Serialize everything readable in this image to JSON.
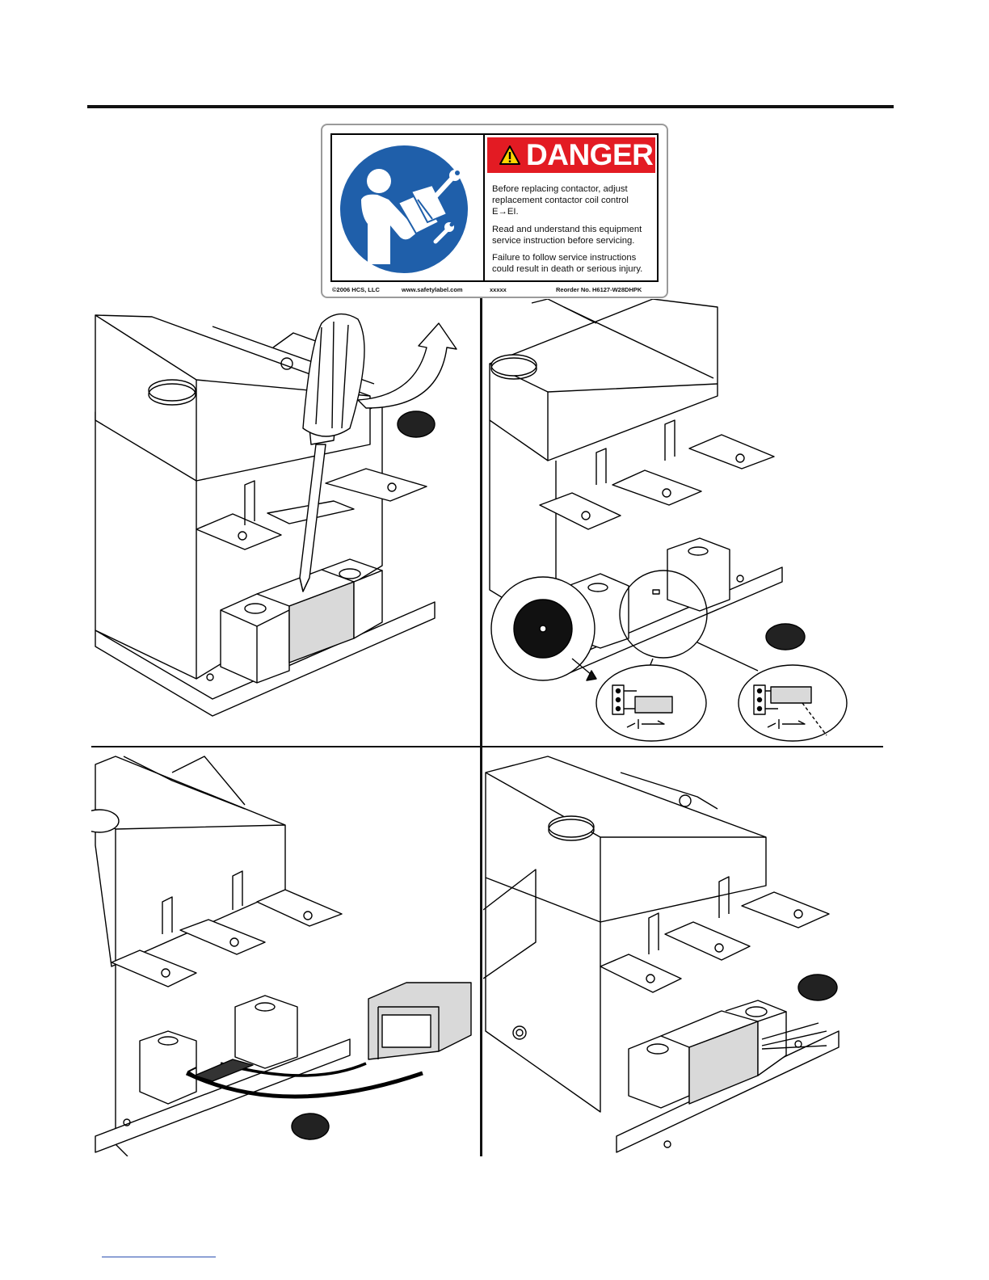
{
  "label": {
    "danger_title": "DANGER",
    "messages": [
      "Before replacing contactor, adjust replacement contactor coil control E→EI.",
      "Read and understand this equipment service instruction before servicing.",
      "Failure to follow service instructions could result in death or serious injury."
    ],
    "footer": {
      "copyright": "©2006 HCS, LLC",
      "website": "www.safetylabel.com",
      "code": "xxxxx",
      "reorder": "Reorder No. H6127-W28DHPK"
    },
    "colors": {
      "danger_red": "#e31b23",
      "mandatory_blue": "#1f5faa"
    },
    "icons": [
      "warning-triangle-icon",
      "read-manual-icon"
    ]
  }
}
